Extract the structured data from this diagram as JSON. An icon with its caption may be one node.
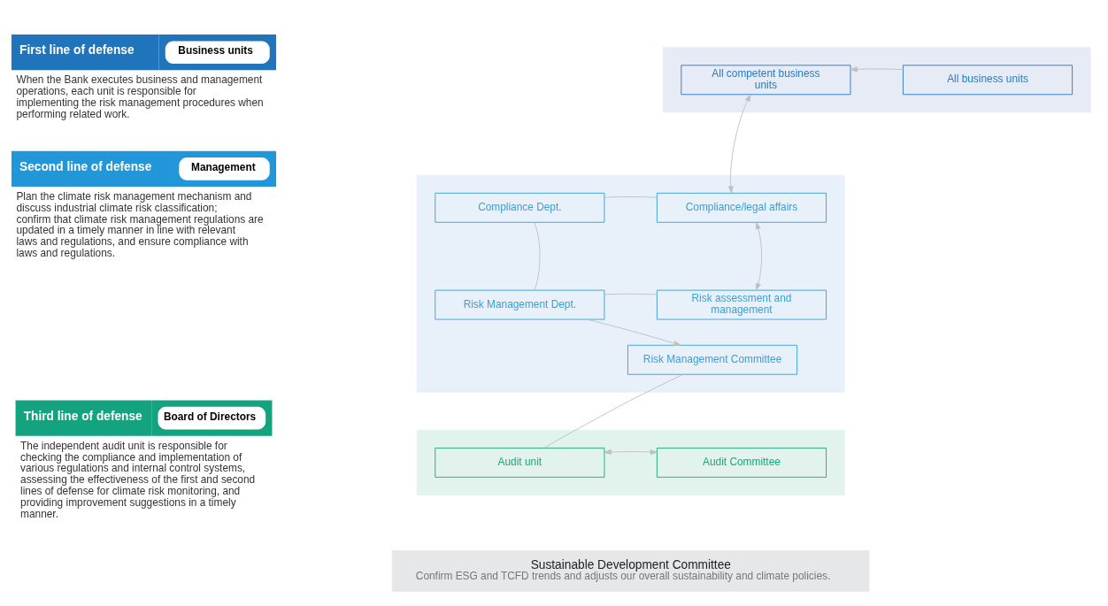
{
  "diagram": {
    "nodes": [
      {
        "text": [
          "First line of defense",
          "Business units"
        ],
        "beside": [
          "When the Bank executes business and management operations, each unit is responsible for implementing the risk management procedures when performing related work."
        ]
      },
      {
        "text": [
          "Second line of defense",
          "Management"
        ],
        "beside": [
          "Plan the climate risk management mechanism and discuss industrial climate risk classification; confirm that climate risk management regulations are updated in a timely manner in line with relevant laws and regulations, and ensure compliance with laws and regulations."
        ]
      },
      {
        "text": [
          "Third line of defense",
          "Board of Directors"
        ],
        "beside": [
          "The independent audit unit is responsible for checking the compliance and implementation of various regulations and internal control systems, assessing the effectiveness of the first and second lines of defense for climate risk monitoring, and providing improvement suggestions in a timely manner."
        ]
      },
      {
        "text": [],
        "shape": "box"
      },
      {
        "text": [],
        "shape": "box"
      },
      {
        "text": [],
        "shape": "box"
      },
      {
        "text": [
          "All business units"
        ],
        "in": 3
      },
      {
        "text": [
          "All competent business units"
        ],
        "in": 3
      },
      {
        "text": [
          "Compliance/legal affairs"
        ],
        "in": 4
      },
      {
        "text": [
          "Compliance Dept."
        ],
        "in": 4
      },
      {
        "text": [
          "Risk assessment and management"
        ],
        "in": 4
      },
      {
        "text": [
          "Risk Management Dept."
        ],
        "in": 4
      },
      {
        "text": [
          "Risk Management Committee"
        ],
        "in": 4
      },
      {
        "text": [
          "Audit Committee"
        ],
        "in": 5
      },
      {
        "text": [
          "Audit unit"
        ],
        "in": 5
      },
      {
        "text": [
          "Sustainable Development Committee",
          "Confirm ESG and TCFD trends and adjusts our overall sustainability and climate policies."
        ]
      }
    ],
    "edges": [
      {
        "from": 6,
        "to": 7,
        "arrow": "to"
      },
      {
        "from": 8,
        "to": 7,
        "arrow": "both"
      },
      {
        "from": 8,
        "to": 10,
        "arrow": "both"
      },
      {
        "from": 8,
        "to": 9,
        "arrow": "none"
      },
      {
        "from": 10,
        "to": 11,
        "arrow": "none"
      },
      {
        "from": 9,
        "to": 11,
        "arrow": "none"
      },
      {
        "from": 11,
        "to": 12,
        "arrow": "to"
      },
      {
        "from": 12,
        "to": 14,
        "arrow": "none"
      },
      {
        "from": 13,
        "to": 14,
        "arrow": "both"
      }
    ]
  }
}
